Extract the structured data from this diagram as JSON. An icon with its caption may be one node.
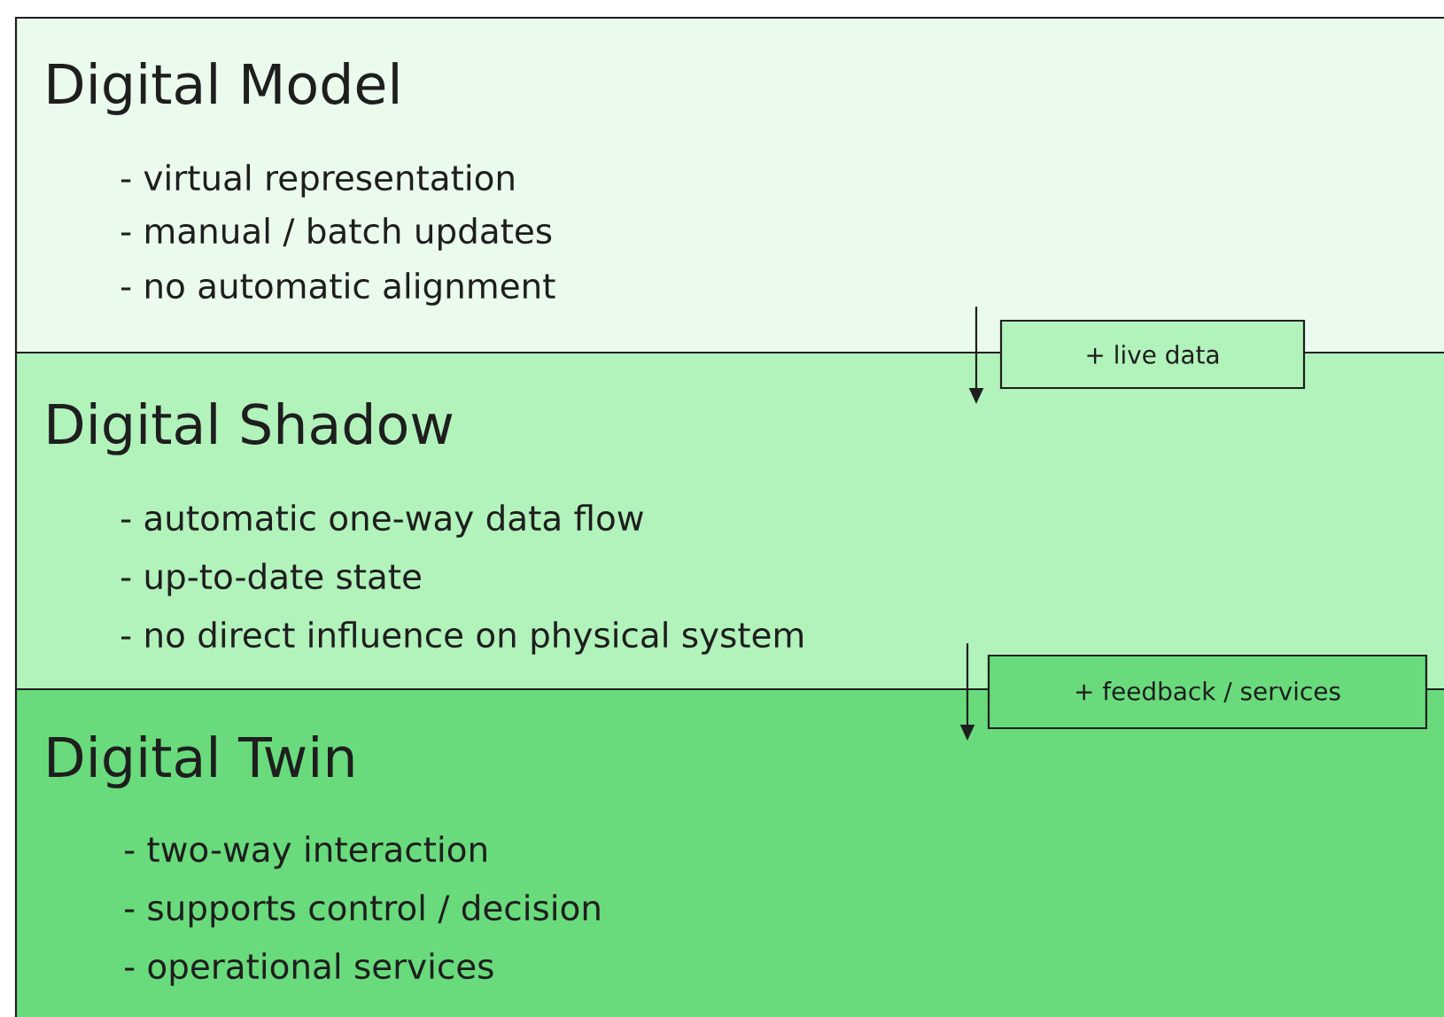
{
  "diagram": {
    "nodes": [
      {
        "text": [
          "Digital Model",
          "- virtual representation",
          "- manual / batch updates",
          "- no automatic alignment"
        ]
      },
      {
        "text": [
          "Digital Shadow",
          "- automatic one-way data flow",
          "- up-to-date state",
          "- no direct influence on physical system"
        ]
      },
      {
        "text": [
          "Digital Twin",
          "- two-way interaction",
          "- supports control / decision",
          "- operational services"
        ]
      },
      {
        "text": [
          "+ live data"
        ]
      },
      {
        "text": [
          "+ feedback / services"
        ]
      }
    ],
    "edges": [
      {
        "from": 0,
        "to": 1,
        "arrow": "to"
      },
      {
        "from": 1,
        "to": 2,
        "arrow": "to"
      }
    ]
  }
}
